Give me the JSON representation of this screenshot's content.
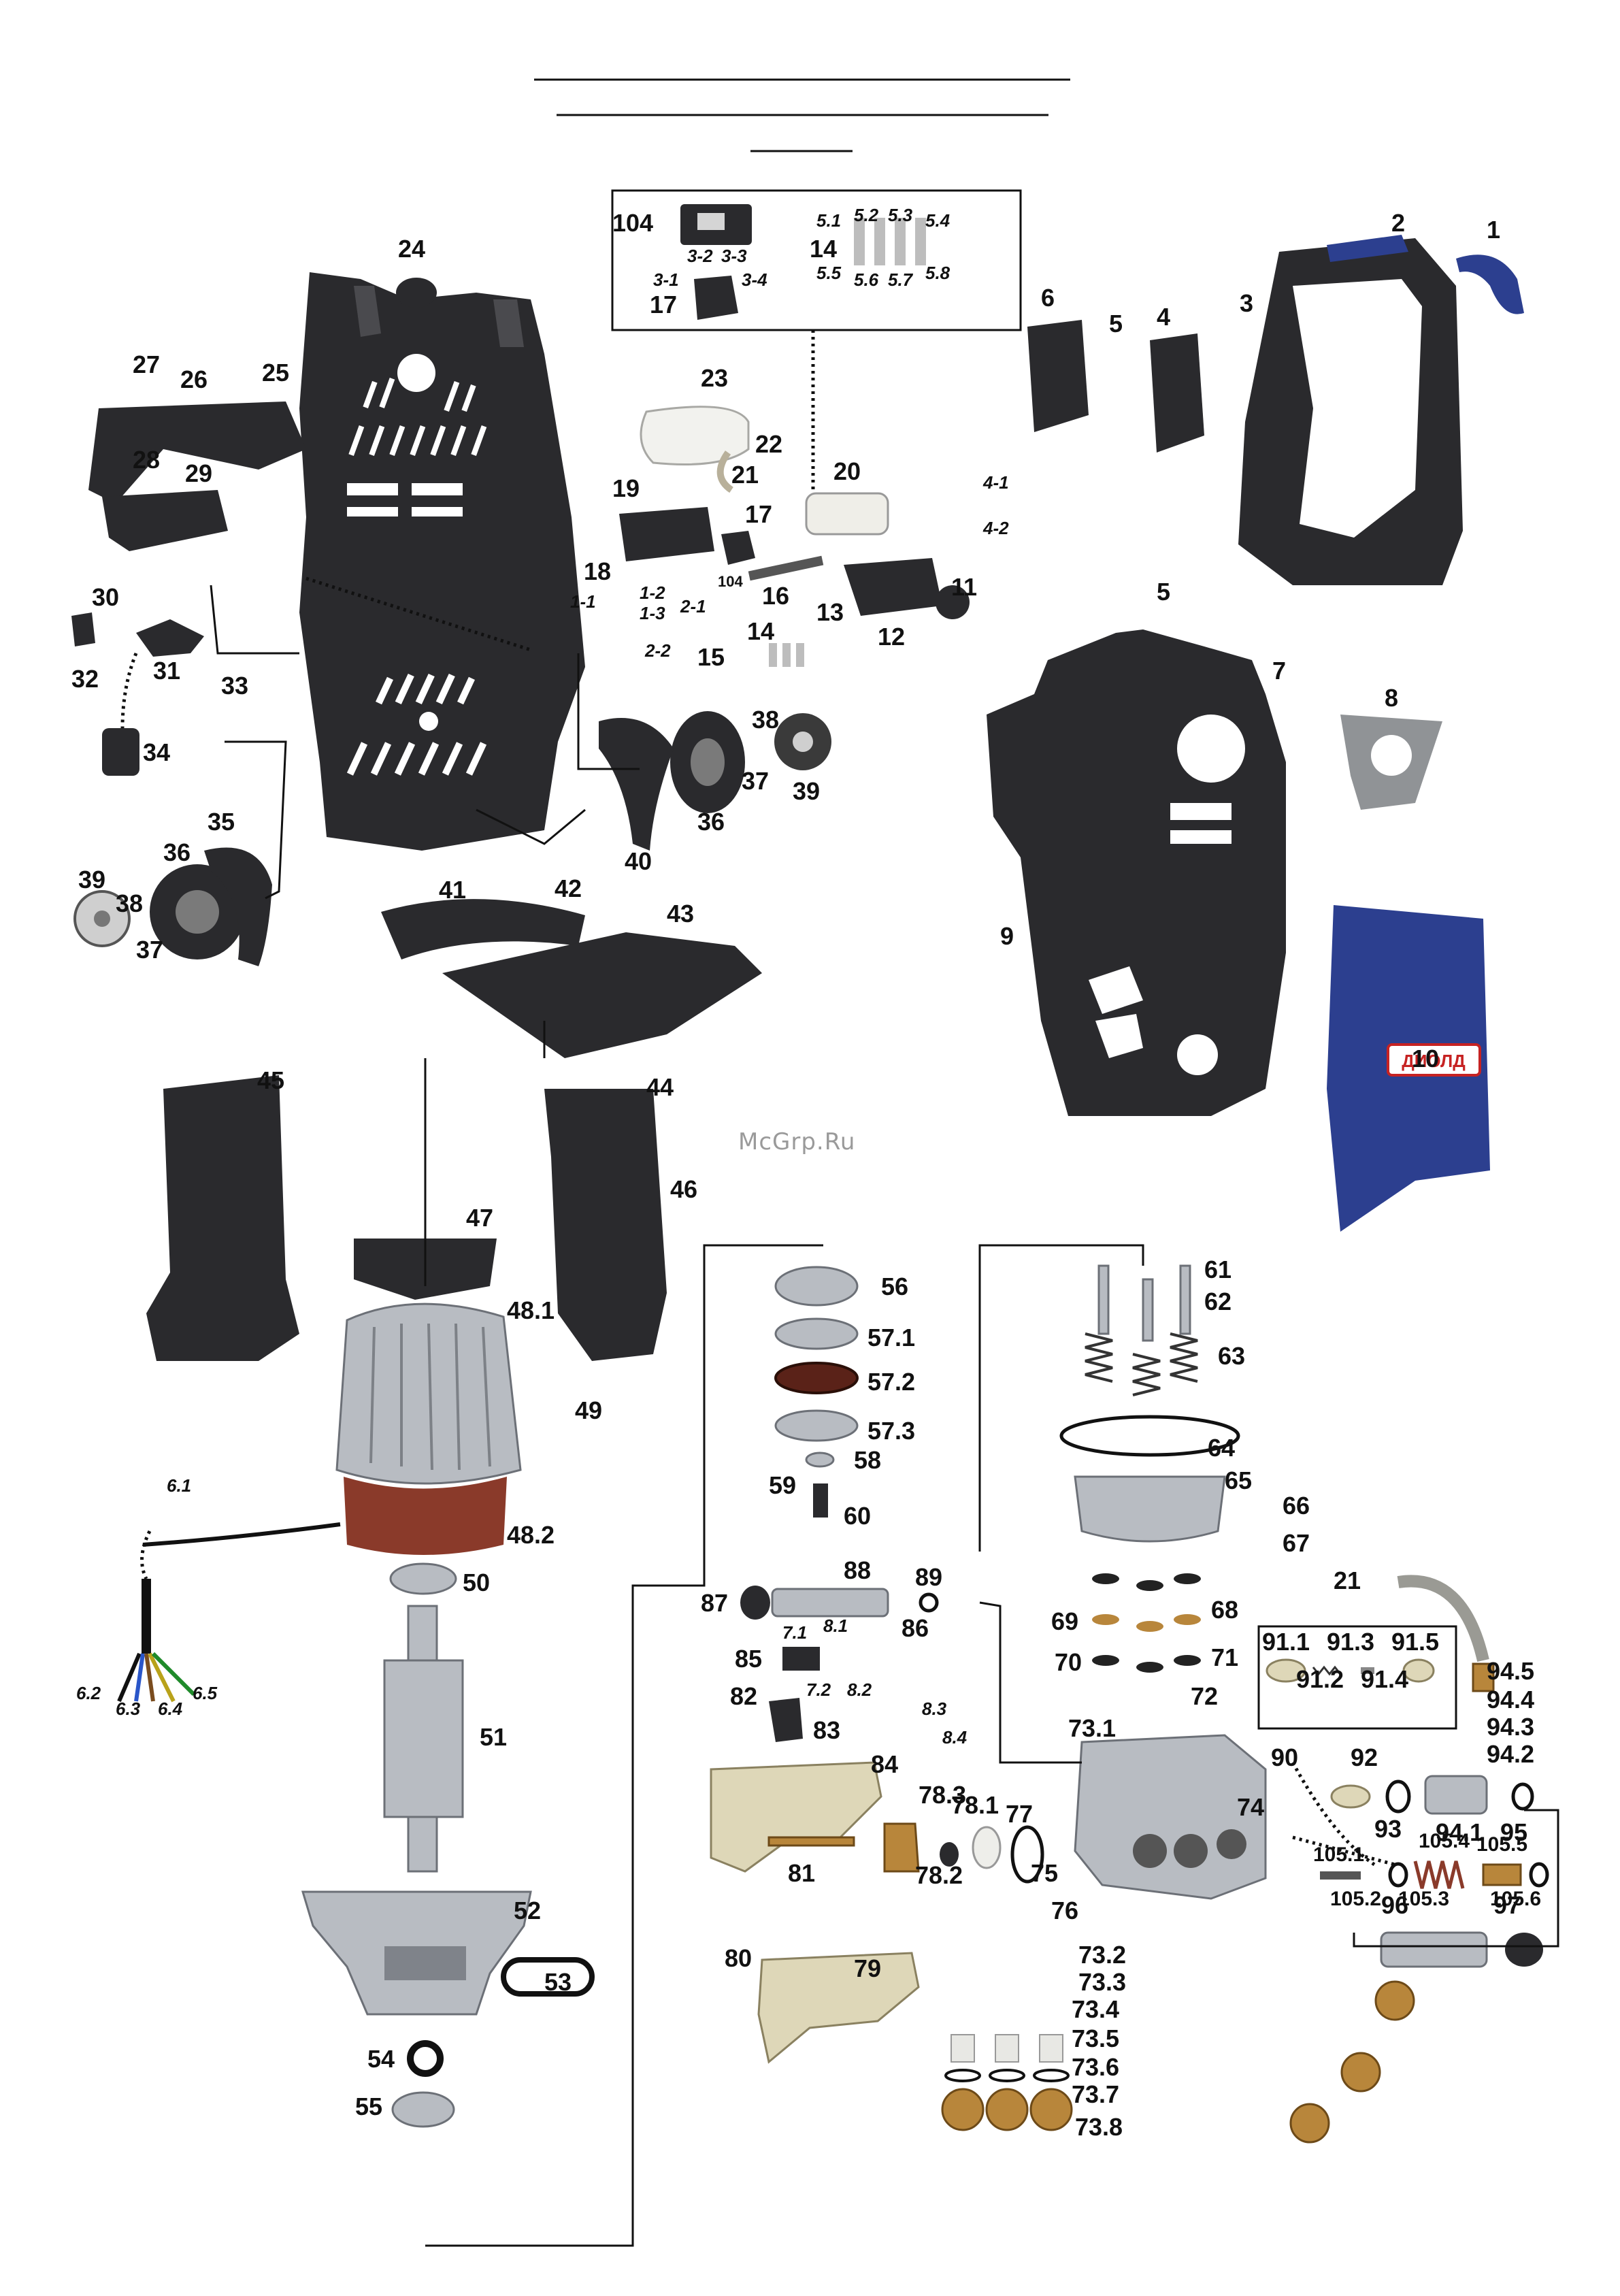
{
  "watermark": "McGrp.Ru",
  "brand_label": "ДИОЛД",
  "labels": [
    {
      "id": "l1",
      "text": "1"
    },
    {
      "id": "l2",
      "text": "2"
    },
    {
      "id": "l3",
      "text": "3"
    },
    {
      "id": "l4",
      "text": "4"
    },
    {
      "id": "l5a",
      "text": "5"
    },
    {
      "id": "l5b",
      "text": "5"
    },
    {
      "id": "l6",
      "text": "6"
    },
    {
      "id": "l7",
      "text": "7"
    },
    {
      "id": "l8",
      "text": "8"
    },
    {
      "id": "l9",
      "text": "9"
    },
    {
      "id": "l10",
      "text": "10"
    },
    {
      "id": "l11",
      "text": "11"
    },
    {
      "id": "l12",
      "text": "12"
    },
    {
      "id": "l13",
      "text": "13"
    },
    {
      "id": "l14a",
      "text": "14"
    },
    {
      "id": "l14b",
      "text": "14"
    },
    {
      "id": "l15",
      "text": "15"
    },
    {
      "id": "l16",
      "text": "16"
    },
    {
      "id": "l17a",
      "text": "17"
    },
    {
      "id": "l17b",
      "text": "17"
    },
    {
      "id": "l18",
      "text": "18"
    },
    {
      "id": "l19",
      "text": "19"
    },
    {
      "id": "l20",
      "text": "20"
    },
    {
      "id": "l21a",
      "text": "21"
    },
    {
      "id": "l21b",
      "text": "21"
    },
    {
      "id": "l22",
      "text": "22"
    },
    {
      "id": "l23",
      "text": "23"
    },
    {
      "id": "l24",
      "text": "24"
    },
    {
      "id": "l25",
      "text": "25"
    },
    {
      "id": "l26",
      "text": "26"
    },
    {
      "id": "l27",
      "text": "27"
    },
    {
      "id": "l28",
      "text": "28"
    },
    {
      "id": "l29",
      "text": "29"
    },
    {
      "id": "l30",
      "text": "30"
    },
    {
      "id": "l31",
      "text": "31"
    },
    {
      "id": "l32",
      "text": "32"
    },
    {
      "id": "l33",
      "text": "33"
    },
    {
      "id": "l34",
      "text": "34"
    },
    {
      "id": "l35",
      "text": "35"
    },
    {
      "id": "l36a",
      "text": "36"
    },
    {
      "id": "l36b",
      "text": "36"
    },
    {
      "id": "l37a",
      "text": "37"
    },
    {
      "id": "l37b",
      "text": "37"
    },
    {
      "id": "l38a",
      "text": "38"
    },
    {
      "id": "l38b",
      "text": "38"
    },
    {
      "id": "l39a",
      "text": "39"
    },
    {
      "id": "l39b",
      "text": "39"
    },
    {
      "id": "l40",
      "text": "40"
    },
    {
      "id": "l41",
      "text": "41"
    },
    {
      "id": "l42",
      "text": "42"
    },
    {
      "id": "l43",
      "text": "43"
    },
    {
      "id": "l44",
      "text": "44"
    },
    {
      "id": "l45",
      "text": "45"
    },
    {
      "id": "l46",
      "text": "46"
    },
    {
      "id": "l47",
      "text": "47"
    },
    {
      "id": "l48_1",
      "text": "48.1"
    },
    {
      "id": "l48_2",
      "text": "48.2"
    },
    {
      "id": "l49",
      "text": "49"
    },
    {
      "id": "l50",
      "text": "50"
    },
    {
      "id": "l51",
      "text": "51"
    },
    {
      "id": "l52",
      "text": "52"
    },
    {
      "id": "l53",
      "text": "53"
    },
    {
      "id": "l54",
      "text": "54"
    },
    {
      "id": "l55",
      "text": "55"
    },
    {
      "id": "l56",
      "text": "56"
    },
    {
      "id": "l57_1",
      "text": "57.1"
    },
    {
      "id": "l57_2",
      "text": "57.2"
    },
    {
      "id": "l57_3",
      "text": "57.3"
    },
    {
      "id": "l58",
      "text": "58"
    },
    {
      "id": "l59",
      "text": "59"
    },
    {
      "id": "l60",
      "text": "60"
    },
    {
      "id": "l61",
      "text": "61"
    },
    {
      "id": "l62",
      "text": "62"
    },
    {
      "id": "l63",
      "text": "63"
    },
    {
      "id": "l64",
      "text": "64"
    },
    {
      "id": "l65",
      "text": "65"
    },
    {
      "id": "l66",
      "text": "66"
    },
    {
      "id": "l67",
      "text": "67"
    },
    {
      "id": "l68",
      "text": "68"
    },
    {
      "id": "l69",
      "text": "69"
    },
    {
      "id": "l70",
      "text": "70"
    },
    {
      "id": "l71",
      "text": "71"
    },
    {
      "id": "l72",
      "text": "72"
    },
    {
      "id": "l73_1",
      "text": "73.1"
    },
    {
      "id": "l73_2",
      "text": "73.2"
    },
    {
      "id": "l73_3",
      "text": "73.3"
    },
    {
      "id": "l73_4",
      "text": "73.4"
    },
    {
      "id": "l73_5",
      "text": "73.5"
    },
    {
      "id": "l73_6",
      "text": "73.6"
    },
    {
      "id": "l73_7",
      "text": "73.7"
    },
    {
      "id": "l73_8",
      "text": "73.8"
    },
    {
      "id": "l74",
      "text": "74"
    },
    {
      "id": "l75",
      "text": "75"
    },
    {
      "id": "l76",
      "text": "76"
    },
    {
      "id": "l77",
      "text": "77"
    },
    {
      "id": "l78_1",
      "text": "78.1"
    },
    {
      "id": "l78_2",
      "text": "78.2"
    },
    {
      "id": "l78_3",
      "text": "78.3"
    },
    {
      "id": "l79",
      "text": "79"
    },
    {
      "id": "l80",
      "text": "80"
    },
    {
      "id": "l81",
      "text": "81"
    },
    {
      "id": "l82",
      "text": "82"
    },
    {
      "id": "l83",
      "text": "83"
    },
    {
      "id": "l84",
      "text": "84"
    },
    {
      "id": "l85",
      "text": "85"
    },
    {
      "id": "l86",
      "text": "86"
    },
    {
      "id": "l87",
      "text": "87"
    },
    {
      "id": "l88",
      "text": "88"
    },
    {
      "id": "l89",
      "text": "89"
    },
    {
      "id": "l90",
      "text": "90"
    },
    {
      "id": "l91_1",
      "text": "91.1"
    },
    {
      "id": "l91_2",
      "text": "91.2"
    },
    {
      "id": "l91_3",
      "text": "91.3"
    },
    {
      "id": "l91_4",
      "text": "91.4"
    },
    {
      "id": "l91_5",
      "text": "91.5"
    },
    {
      "id": "l92",
      "text": "92"
    },
    {
      "id": "l93",
      "text": "93"
    },
    {
      "id": "l94_1",
      "text": "94.1"
    },
    {
      "id": "l94_2",
      "text": "94.2"
    },
    {
      "id": "l94_3",
      "text": "94.3"
    },
    {
      "id": "l94_4",
      "text": "94.4"
    },
    {
      "id": "l94_5",
      "text": "94.5"
    },
    {
      "id": "l95",
      "text": "95"
    },
    {
      "id": "l96",
      "text": "96"
    },
    {
      "id": "l97",
      "text": "97"
    },
    {
      "id": "l104a",
      "text": "104"
    },
    {
      "id": "l104b",
      "text": "104"
    },
    {
      "id": "l105_1",
      "text": "105.1"
    },
    {
      "id": "l105_2",
      "text": "105.2"
    },
    {
      "id": "l105_3",
      "text": "105.3"
    },
    {
      "id": "l105_4",
      "text": "105.4"
    },
    {
      "id": "l105_5",
      "text": "105.5"
    },
    {
      "id": "l105_6",
      "text": "105.6"
    }
  ],
  "small_labels": [
    {
      "id": "s1_1",
      "text": "1-1"
    },
    {
      "id": "s1_2",
      "text": "1-2"
    },
    {
      "id": "s1_3",
      "text": "1-3"
    },
    {
      "id": "s2_1",
      "text": "2-1"
    },
    {
      "id": "s2_2",
      "text": "2-2"
    },
    {
      "id": "s3_1",
      "text": "3-1"
    },
    {
      "id": "s3_2",
      "text": "3-2"
    },
    {
      "id": "s3_3",
      "text": "3-3"
    },
    {
      "id": "s3_4",
      "text": "3-4"
    },
    {
      "id": "s4_1",
      "text": "4-1"
    },
    {
      "id": "s4_2",
      "text": "4-2"
    },
    {
      "id": "s5_1",
      "text": "5.1"
    },
    {
      "id": "s5_2",
      "text": "5.2"
    },
    {
      "id": "s5_3",
      "text": "5.3"
    },
    {
      "id": "s5_4",
      "text": "5.4"
    },
    {
      "id": "s5_5",
      "text": "5.5"
    },
    {
      "id": "s5_6",
      "text": "5.6"
    },
    {
      "id": "s5_7",
      "text": "5.7"
    },
    {
      "id": "s5_8",
      "text": "5.8"
    },
    {
      "id": "s6_1",
      "text": "6.1"
    },
    {
      "id": "s6_2",
      "text": "6.2"
    },
    {
      "id": "s6_3",
      "text": "6.3"
    },
    {
      "id": "s6_4",
      "text": "6.4"
    },
    {
      "id": "s6_5",
      "text": "6.5"
    },
    {
      "id": "s7_1",
      "text": "7.1"
    },
    {
      "id": "s7_2",
      "text": "7.2"
    },
    {
      "id": "s8_1",
      "text": "8.1"
    },
    {
      "id": "s8_2",
      "text": "8.2"
    },
    {
      "id": "s8_3",
      "text": "8.3"
    },
    {
      "id": "s8_4",
      "text": "8.4"
    }
  ]
}
